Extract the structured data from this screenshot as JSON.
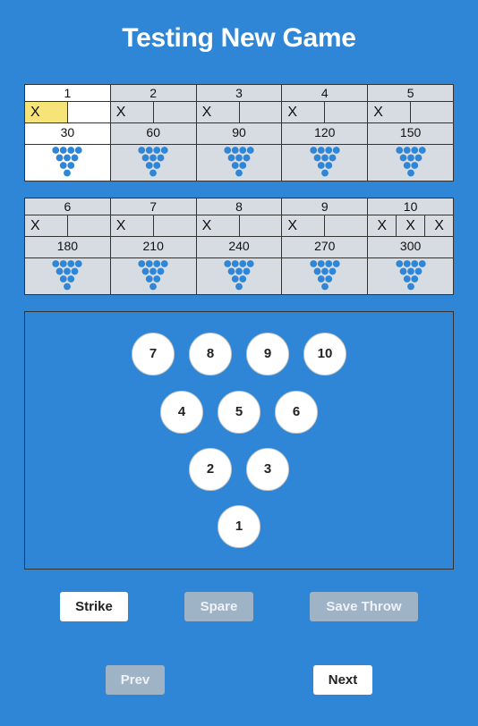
{
  "title": "Testing New Game",
  "frames_top": [
    {
      "num": "1",
      "rolls": [
        "X",
        ""
      ],
      "score": "30",
      "active": true
    },
    {
      "num": "2",
      "rolls": [
        "X",
        ""
      ],
      "score": "60"
    },
    {
      "num": "3",
      "rolls": [
        "X",
        ""
      ],
      "score": "90"
    },
    {
      "num": "4",
      "rolls": [
        "X",
        ""
      ],
      "score": "120"
    },
    {
      "num": "5",
      "rolls": [
        "X",
        ""
      ],
      "score": "150"
    }
  ],
  "frames_bottom": [
    {
      "num": "6",
      "rolls": [
        "X",
        ""
      ],
      "score": "180"
    },
    {
      "num": "7",
      "rolls": [
        "X",
        ""
      ],
      "score": "210"
    },
    {
      "num": "8",
      "rolls": [
        "X",
        ""
      ],
      "score": "240"
    },
    {
      "num": "9",
      "rolls": [
        "X",
        ""
      ],
      "score": "270"
    },
    {
      "num": "10",
      "rolls": [
        "X",
        "X",
        "X"
      ],
      "score": "300"
    }
  ],
  "lane_pins": [
    "7",
    "8",
    "9",
    "10",
    "4",
    "5",
    "6",
    "2",
    "3",
    "1"
  ],
  "buttons": {
    "strike": "Strike",
    "spare": "Spare",
    "save_throw": "Save Throw",
    "prev": "Prev",
    "next": "Next"
  },
  "colors": {
    "background": "#2f86d6",
    "frame_bg": "#d6dce2",
    "active_frame_bg": "#ffffff",
    "highlight_roll": "#f7e479",
    "pin_dot": "#2f86d6",
    "disabled_button": "#9fb3c6"
  }
}
